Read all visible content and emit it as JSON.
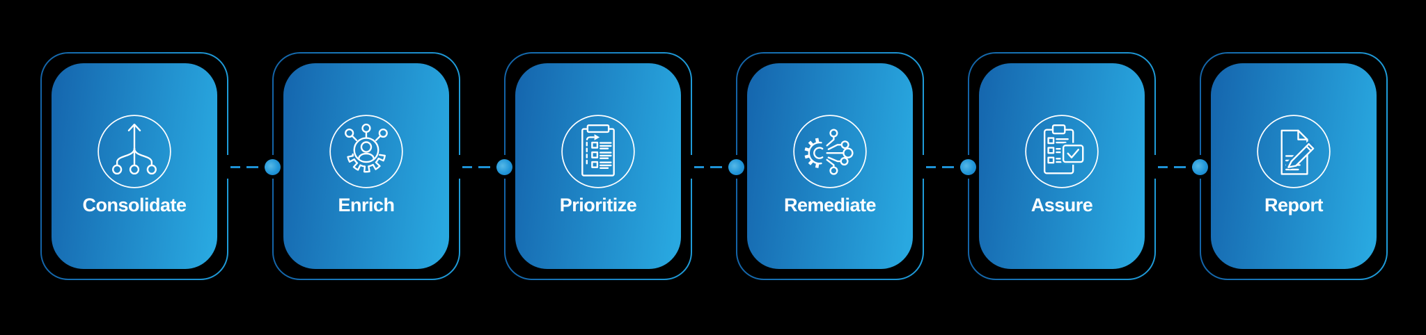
{
  "flow": {
    "background_color": "#000000",
    "card_gradient_start": "#1565ad",
    "card_gradient_end": "#29a8e0",
    "outline_color_start": "#1464a8",
    "outline_color_end": "#1f9cd9",
    "connector_color": "#1e93d6",
    "icon_color": "#ffffff",
    "label_color": "#ffffff",
    "steps": [
      {
        "label": "Consolidate",
        "icon": "merge-arrow-icon"
      },
      {
        "label": "Enrich",
        "icon": "person-gear-network-icon"
      },
      {
        "label": "Prioritize",
        "icon": "clipboard-arrow-checklist-icon"
      },
      {
        "label": "Remediate",
        "icon": "gear-circuit-icon"
      },
      {
        "label": "Assure",
        "icon": "clipboard-checkmark-badge-icon"
      },
      {
        "label": "Report",
        "icon": "document-pencil-icon"
      }
    ]
  }
}
